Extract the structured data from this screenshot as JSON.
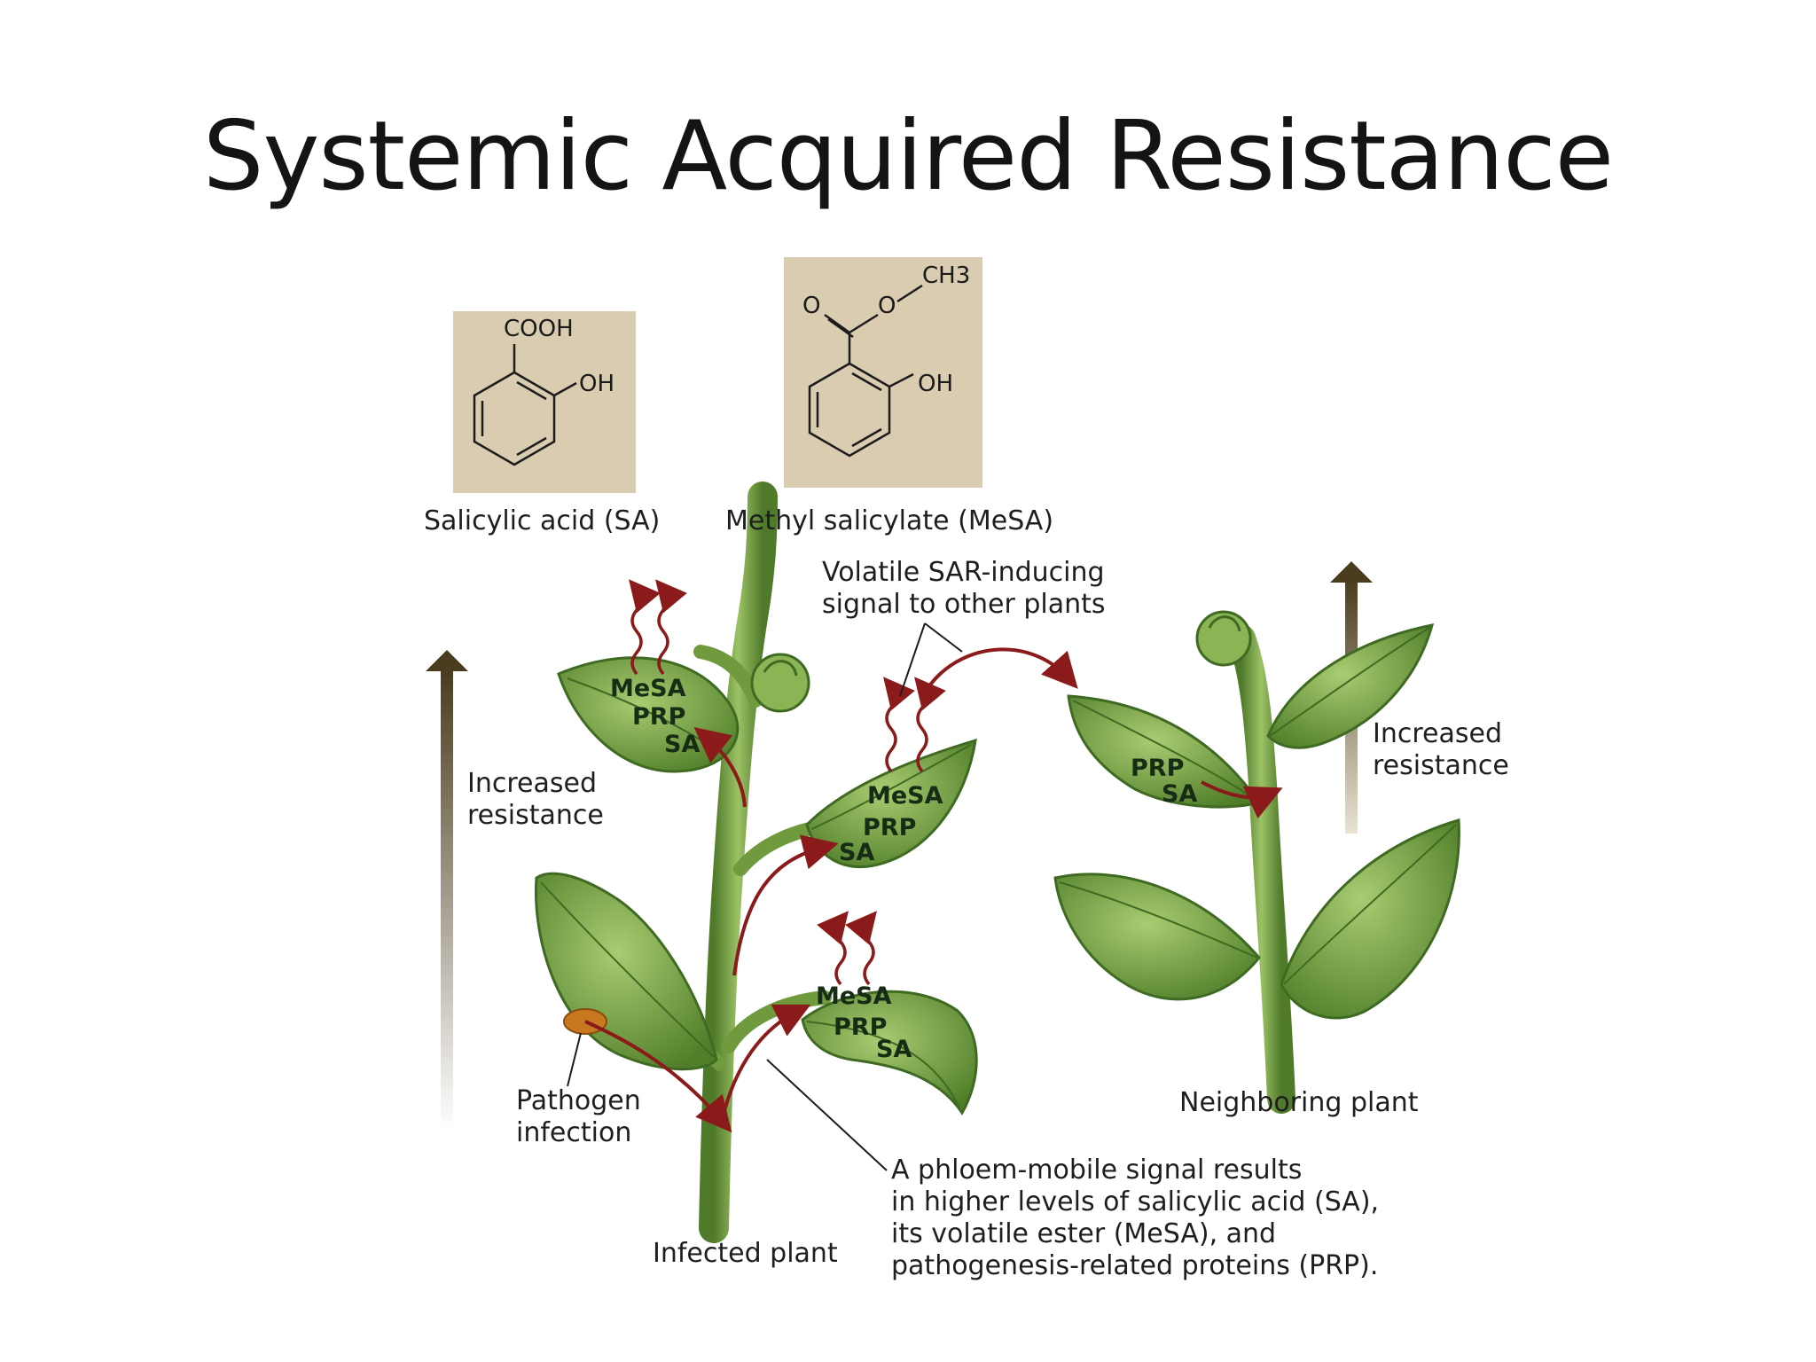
{
  "slide": {
    "title": "Systemic Acquired Resistance"
  },
  "molecules": {
    "sa": {
      "name": "Salicylic acid (SA)",
      "group_top": "COOH",
      "group_side": "OH"
    },
    "mesa": {
      "name": "Methyl salicylate (MeSA)",
      "group_methyl": "CH3",
      "group_o1": "O",
      "group_o2": "O",
      "group_side": "OH"
    }
  },
  "labels": {
    "volatile_signal": [
      "Volatile SAR-inducing",
      "signal to other plants"
    ],
    "increased_resistance_left": [
      "Increased",
      "resistance"
    ],
    "increased_resistance_right": [
      "Increased",
      "resistance"
    ],
    "pathogen_infection": [
      "Pathogen",
      "infection"
    ],
    "infected_plant": "Infected plant",
    "neighboring_plant": "Neighboring plant",
    "phloem_signal": [
      "A phloem-mobile signal results",
      "in higher levels of salicylic acid (SA),",
      "its volatile ester (MeSA), and",
      "pathogenesis-related proteins (PRP)."
    ]
  },
  "leaf_labels": {
    "top_left": [
      "MeSA",
      "PRP",
      "SA"
    ],
    "middle_right": [
      "MeSA",
      "PRP",
      "SA"
    ],
    "lower_right": [
      "MeSA",
      "PRP",
      "SA"
    ],
    "neighbor": [
      "PRP",
      "SA"
    ]
  },
  "colors": {
    "leaf_green": "#6f9a3e",
    "leaf_dark": "#3f6a22",
    "stem_green": "#7aa44a",
    "signal_red": "#8b1a1a",
    "chem_box": "#d9ccb0",
    "arrow_brown": "#5a4a2a"
  }
}
